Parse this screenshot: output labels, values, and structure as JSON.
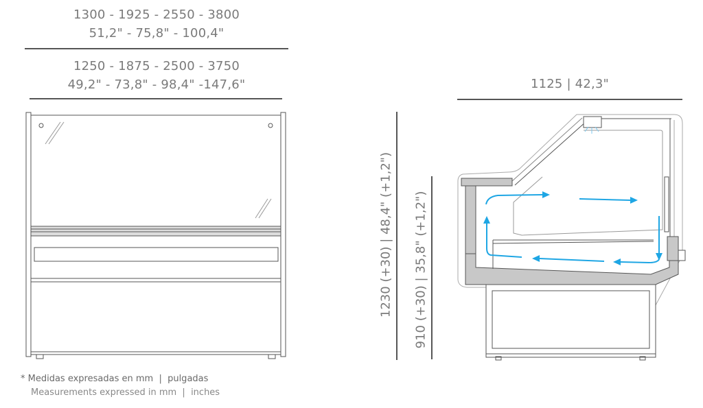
{
  "front_view": {
    "external_widths_mm": "1300 - 1925 - 2550 - 3800",
    "external_widths_in": "51,2\" - 75,8\" - 100,4\"",
    "internal_widths_mm": "1250 - 1875 - 2500 - 3750",
    "internal_widths_in": "49,2\" - 73,8\" - 98,4\" -147,6\""
  },
  "side_view": {
    "depth": "1125  |  42,3\"",
    "total_height": "1230 (+30)  |  48,4\" (+1,2\")",
    "counter_height": "910 (+30)  |  35,8\" (+1,2\")"
  },
  "airflow_color": "#1ea6e4",
  "footnote": {
    "es": "Medidas expresadas en mm  |  pulgadas",
    "en": "Measurements expressed in mm  |  inches",
    "marker": "*"
  }
}
